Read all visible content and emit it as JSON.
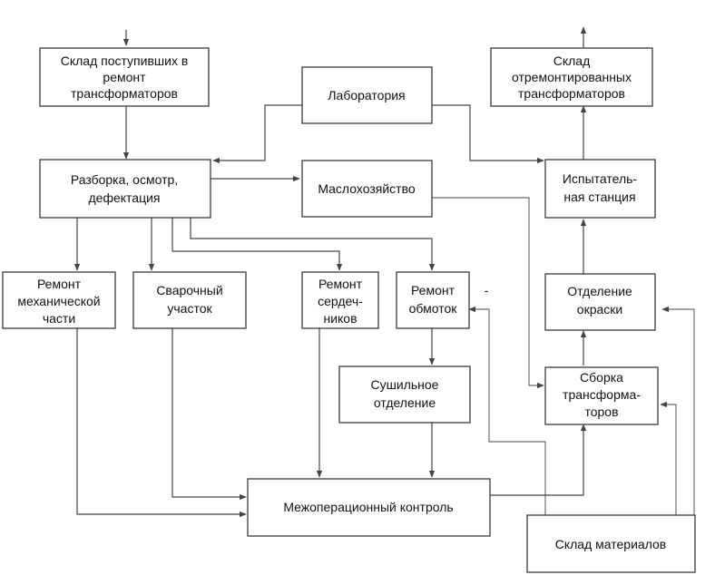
{
  "diagram": {
    "nodes": {
      "sklad_postupivshih": [
        "Склад поступивших в",
        "ремонт",
        "трансформаторов"
      ],
      "laboratoriya": [
        "Лаборатория"
      ],
      "sklad_otremont": [
        "Склад",
        "отремонтированных",
        "трансформаторов"
      ],
      "razborka": [
        "Разборка, осмотр,",
        "дефектация"
      ],
      "maslohozyaystvo": [
        "Маслохозяйство"
      ],
      "ispytatelnaya": [
        "Испытатель-",
        "ная станция"
      ],
      "remont_meh": [
        "Ремонт",
        "механической",
        "части"
      ],
      "svarochny": [
        "Сварочный",
        "участок"
      ],
      "remont_serdech": [
        "Ремонт",
        "сердеч-",
        "ников"
      ],
      "remont_obmotok": [
        "Ремонт",
        "обмоток"
      ],
      "otdelenie_okraski": [
        "Отделение",
        "окраски"
      ],
      "sushilnoe": [
        "Сушильное",
        "отделение"
      ],
      "sborka": [
        "Сборка",
        "трансформа-",
        "торов"
      ],
      "mezhoper": [
        "Межоперационный контроль"
      ],
      "sklad_materialov": [
        "Склад материалов"
      ]
    },
    "stray_mark": "-",
    "colors": {
      "stroke": "#3a3a3a",
      "line": "#444444",
      "text": "#111111",
      "background": "#ffffff"
    }
  }
}
